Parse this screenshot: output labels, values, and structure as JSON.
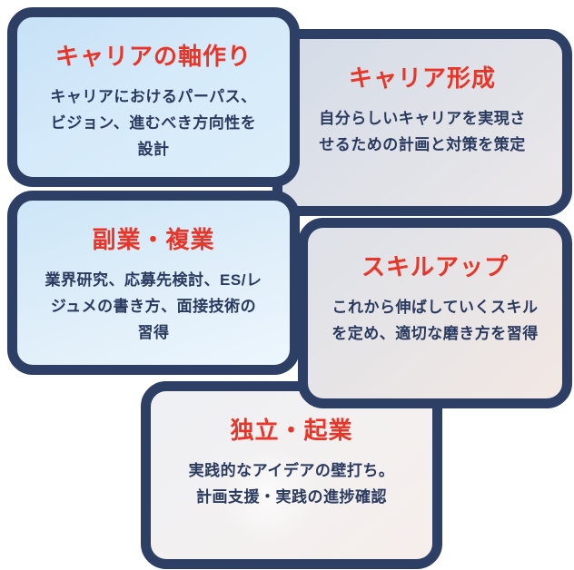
{
  "colors": {
    "border": "#2e3f66",
    "title": "#e93528",
    "body_text": "#2a3a5f",
    "background": "#ffffff",
    "card_blue_bg": "#d5eafa",
    "card_gray_bg": "#e0e2e8",
    "card_cream_bg": "#f2e8e3"
  },
  "cards": [
    {
      "id": "career-axis",
      "title": "キャリアの軸作り",
      "line1": "キャリアにおけるパーパス、",
      "line2": "ビジョン、進むべき方向性を",
      "line3": "設計"
    },
    {
      "id": "career-formation",
      "title": "キャリア形成",
      "line1": "自分らしいキャリアを実現さ",
      "line2": "せるための計画と対策を策定",
      "line3": ""
    },
    {
      "id": "side-business",
      "title": "副業・複業",
      "line1": "業界研究、応募先検討、ES/レ",
      "line2": "ジュメの書き方、面接技術の",
      "line3": "習得"
    },
    {
      "id": "skill-up",
      "title": "スキルアップ",
      "line1": "これから伸ばしていくスキル",
      "line2": "を定め、適切な磨き方を習得",
      "line3": ""
    },
    {
      "id": "independence",
      "title": "独立・起業",
      "line1": "実践的なアイデアの壁打ち。",
      "line2": "計画支援・実践の進捗確認",
      "line3": ""
    }
  ]
}
